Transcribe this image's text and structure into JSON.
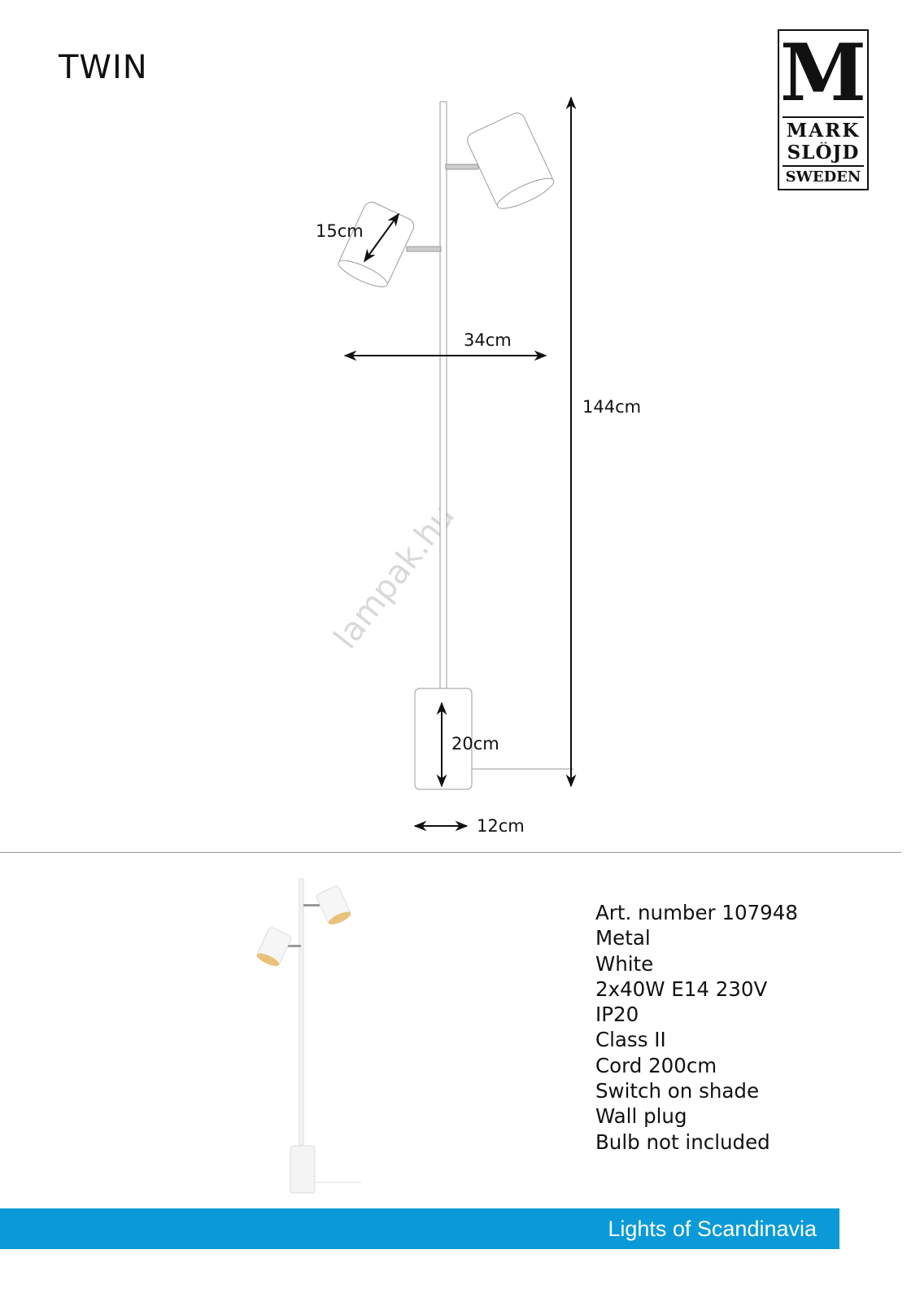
{
  "title": "TWIN",
  "logo": {
    "big_letter": "M",
    "line1": "MARK",
    "line2": "SLÖJD",
    "line3": "SWEDEN"
  },
  "dimensions": {
    "shade": "15cm",
    "width": "34cm",
    "height": "144cm",
    "base_height": "20cm",
    "base_width": "12cm"
  },
  "watermark": "lampak.hu",
  "specs": [
    "Art. number 107948",
    "Metal",
    "White",
    "2x40W E14 230V",
    "IP20",
    "Class II",
    "Cord 200cm",
    "Switch on shade",
    "Wall plug",
    "Bulb not included"
  ],
  "footer": {
    "tagline": "Lights of Scandinavia",
    "color": "#0a9ad8"
  }
}
